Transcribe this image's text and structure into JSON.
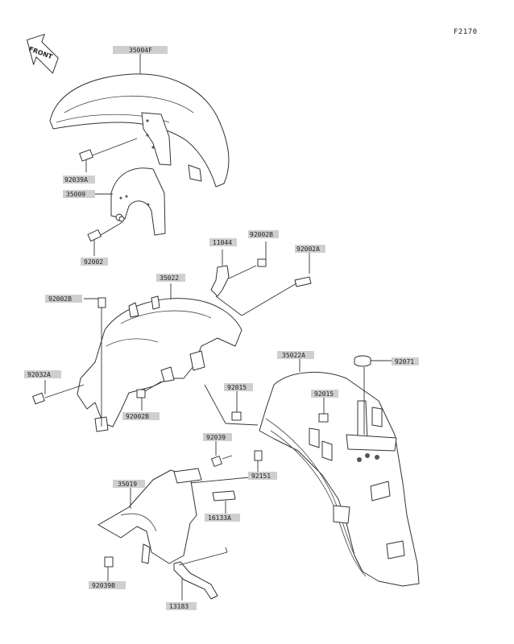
{
  "figure_code": "F2170",
  "front_arrow_text": "FRONT",
  "parts": [
    {
      "id": "front-fender",
      "label": "35004F"
    },
    {
      "id": "bolt-front-fender",
      "label": "92039A"
    },
    {
      "id": "fender-bracket",
      "label": "35009"
    },
    {
      "id": "bolt-front-bracket",
      "label": "92002"
    },
    {
      "id": "clamp",
      "label": "11044"
    },
    {
      "id": "bolt-clamp",
      "label": "92002B"
    },
    {
      "id": "bolt-upper-right",
      "label": "92002A"
    },
    {
      "id": "rear-fender-front",
      "label": "35022"
    },
    {
      "id": "bolt-left-upper",
      "label": "92002B"
    },
    {
      "id": "bolt-left-lower",
      "label": "92032A"
    },
    {
      "id": "bolt-center",
      "label": "92002B"
    },
    {
      "id": "rear-fender-rear",
      "label": "35022A"
    },
    {
      "id": "grommet",
      "label": "92071"
    },
    {
      "id": "nut-a",
      "label": "92015"
    },
    {
      "id": "nut-b",
      "label": "92015"
    },
    {
      "id": "bolt-b",
      "label": "92039"
    },
    {
      "id": "screw",
      "label": "92151"
    },
    {
      "id": "inner-fender",
      "label": "35019"
    },
    {
      "id": "plate",
      "label": "16133A"
    },
    {
      "id": "bolt-lower",
      "label": "92039B"
    },
    {
      "id": "stay",
      "label": "13183"
    }
  ]
}
